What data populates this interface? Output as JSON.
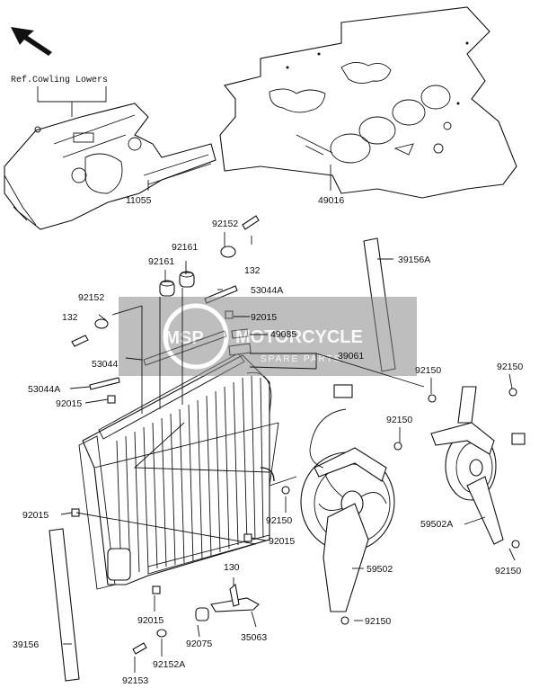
{
  "diagram": {
    "reference_note": "Ref.Cowling Lowers",
    "watermark": {
      "title": "MOTORCYCLE",
      "subtitle": "SPARE PARTS",
      "badge": "MSP"
    },
    "parts": {
      "p49016": "49016",
      "p11055": "11055",
      "p92152_top": "92152",
      "p132_top": "132",
      "p92161_a": "92161",
      "p92161_b": "92161",
      "p53044A_top": "53044A",
      "p92152_left": "92152",
      "p132_left": "132",
      "p92015_mid": "92015",
      "p49085": "49085",
      "p39061": "39061",
      "p39156A": "39156A",
      "p53044": "53044",
      "p53044A_left": "53044A",
      "p92015_left": "92015",
      "p92150_a": "92150",
      "p92150_b": "92150",
      "p92150_c": "92150",
      "p92015_side": "92015",
      "p92150_d": "92150",
      "p92015_low": "92015",
      "p59502A": "59502A",
      "p92150_e": "92150",
      "p59502": "59502",
      "p130": "130",
      "p92015_bottom": "92015",
      "p92075": "92075",
      "p35063": "35063",
      "p92150_f": "92150",
      "p39156": "39156",
      "p92152A": "92152A",
      "p92153": "92153"
    }
  }
}
